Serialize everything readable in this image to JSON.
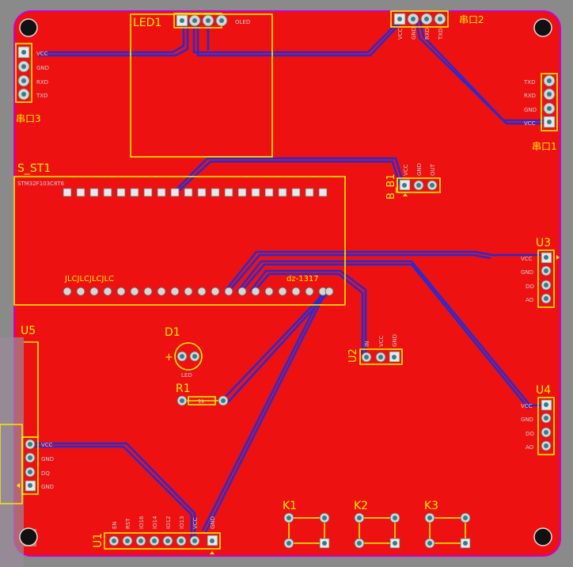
{
  "board": {
    "colors": {
      "copper": "#ee1111",
      "outline": "#cc00cc",
      "silkscreen": "#ffee00",
      "trace": "#2a2acf",
      "background": "#8a8a8a"
    }
  },
  "components": {
    "led1": {
      "ref": "LED1",
      "header": "OLED"
    },
    "serial2": {
      "ref": "串口2",
      "pins": [
        "VCC",
        "GND",
        "RXD",
        "TXD"
      ]
    },
    "serial3": {
      "ref": "串口3",
      "pins": [
        "VCC",
        "GND",
        "RXD",
        "TXD"
      ]
    },
    "serial1": {
      "ref": "串口1",
      "pins": [
        "TXD",
        "RXD",
        "GND",
        "VCC"
      ]
    },
    "sst1": {
      "ref": "S_ST1",
      "top_text": "STM32F103C8T6",
      "bottom_left": "JLCJLCJLCJLC",
      "bottom_right": "dz-1317"
    },
    "bb1": {
      "ref": "B_B1",
      "pins": [
        "VCC",
        "GND",
        "OUT"
      ]
    },
    "u3": {
      "ref": "U3",
      "pins": [
        "VCC",
        "GND",
        "DO",
        "AO"
      ]
    },
    "u4": {
      "ref": "U4",
      "pins": [
        "VCC",
        "GND",
        "DO",
        "AO"
      ]
    },
    "u2": {
      "ref": "U2",
      "pins": [
        "IN",
        "VCC",
        "GND"
      ]
    },
    "d1": {
      "ref": "D1",
      "polarity": "+",
      "sub": "LED"
    },
    "r1": {
      "ref": "R1",
      "value": "1k"
    },
    "u5": {
      "ref": "U5",
      "pins": [
        "VCC",
        "GND",
        "DQ",
        "GND"
      ]
    },
    "u1": {
      "ref": "U1",
      "pins": [
        "EN",
        "RST",
        "IO16",
        "IO14",
        "IO12",
        "IO13",
        "VCC",
        "GND"
      ]
    },
    "k1": {
      "ref": "K1"
    },
    "k2": {
      "ref": "K2"
    },
    "k3": {
      "ref": "K3"
    }
  }
}
